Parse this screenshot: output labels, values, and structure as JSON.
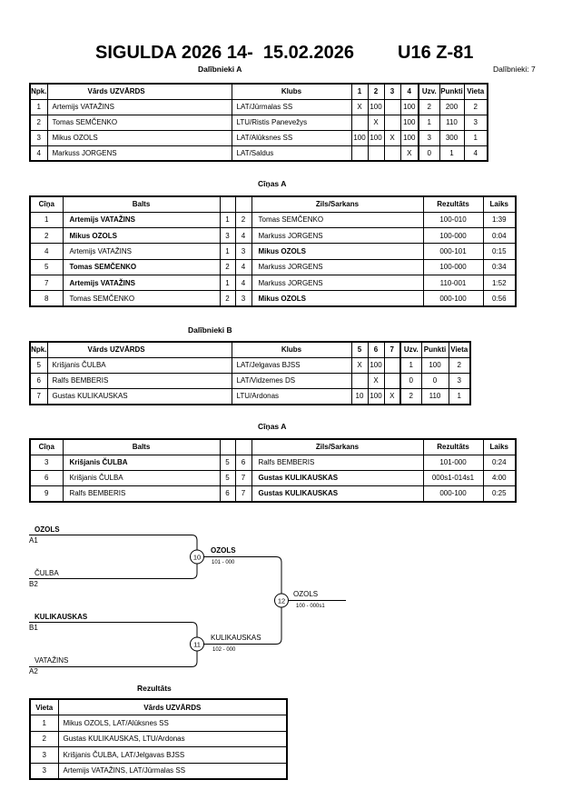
{
  "header": {
    "event": "SIGULDA 2026 14-  15.02.2026",
    "category": "U16 Z-81",
    "participants": "Dalībnieki: 7"
  },
  "pool_a": {
    "title": "Dalībnieki A",
    "columns": {
      "npk": "Npk.",
      "name": "Vārds UZVĀRDS",
      "club": "Klubs",
      "bouts": [
        "1",
        "2",
        "3",
        "4"
      ],
      "wins": "Uzv.",
      "points": "Punkti",
      "place": "Vieta"
    },
    "rows": [
      {
        "npk": "1",
        "name": "Artemijs VATAŽINS",
        "club": "LAT/Jūrmalas SS",
        "scores": [
          "X",
          "100",
          "",
          "100"
        ],
        "wins": "2",
        "points": "200",
        "place": "2"
      },
      {
        "npk": "2",
        "name": "Tomas SEMČENKO",
        "club": "LTU/Ristis Panevežys",
        "scores": [
          "",
          "X",
          "",
          "100"
        ],
        "wins": "1",
        "points": "110",
        "place": "3"
      },
      {
        "npk": "3",
        "name": "Mikus OZOLS",
        "club": "LAT/Alūksnes SS",
        "scores": [
          "100",
          "100",
          "X",
          "100"
        ],
        "wins": "3",
        "points": "300",
        "place": "1"
      },
      {
        "npk": "4",
        "name": "Markuss JORGENS",
        "club": "LAT/Saldus",
        "scores": [
          "",
          "",
          "",
          "X"
        ],
        "wins": "0",
        "points": "1",
        "place": "4"
      }
    ]
  },
  "fights_a": {
    "title": "Cīņas A",
    "columns": {
      "fight": "Cīņa",
      "white": "Balts",
      "blue": "Zils/Sarkans",
      "result": "Rezultāts",
      "time": "Laiks"
    },
    "rows": [
      {
        "fight": "1",
        "white": "Artemijs VATAŽINS",
        "white_no": "1",
        "blue_no": "2",
        "blue": "Tomas SEMČENKO",
        "white_won": true,
        "blue_won": false,
        "result": "100-010",
        "time": "1:39"
      },
      {
        "fight": "2",
        "white": "Mikus OZOLS",
        "white_no": "3",
        "blue_no": "4",
        "blue": "Markuss JORGENS",
        "white_won": true,
        "blue_won": false,
        "result": "100-000",
        "time": "0:04"
      },
      {
        "fight": "4",
        "white": "Artemijs VATAŽINS",
        "white_no": "1",
        "blue_no": "3",
        "blue": "Mikus OZOLS",
        "white_won": false,
        "blue_won": true,
        "result": "000-101",
        "time": "0:15"
      },
      {
        "fight": "5",
        "white": "Tomas SEMČENKO",
        "white_no": "2",
        "blue_no": "4",
        "blue": "Markuss JORGENS",
        "white_won": true,
        "blue_won": false,
        "result": "100-000",
        "time": "0:34"
      },
      {
        "fight": "7",
        "white": "Artemijs VATAŽINS",
        "white_no": "1",
        "blue_no": "4",
        "blue": "Markuss JORGENS",
        "white_won": true,
        "blue_won": false,
        "result": "110-001",
        "time": "1:52"
      },
      {
        "fight": "8",
        "white": "Tomas SEMČENKO",
        "white_no": "2",
        "blue_no": "3",
        "blue": "Mikus OZOLS",
        "white_won": false,
        "blue_won": true,
        "result": "000-100",
        "time": "0:56"
      }
    ]
  },
  "pool_b": {
    "title": "Dalībnieki B",
    "columns": {
      "npk": "Npk.",
      "name": "Vārds UZVĀRDS",
      "club": "Klubs",
      "bouts": [
        "5",
        "6",
        "7"
      ],
      "wins": "Uzv.",
      "points": "Punkti",
      "place": "Vieta"
    },
    "rows": [
      {
        "npk": "5",
        "name": "Krišjanis ČULBA",
        "club": "LAT/Jelgavas BJSS",
        "scores": [
          "X",
          "100",
          ""
        ],
        "wins": "1",
        "points": "100",
        "place": "2"
      },
      {
        "npk": "6",
        "name": "Ralfs BEMBERIS",
        "club": "LAT/Vidzemes DS",
        "scores": [
          "",
          "X",
          ""
        ],
        "wins": "0",
        "points": "0",
        "place": "3"
      },
      {
        "npk": "7",
        "name": "Gustas KULIKAUSKAS",
        "club": "LTU/Ardonas",
        "scores": [
          "10",
          "100",
          "X"
        ],
        "wins": "2",
        "points": "110",
        "place": "1"
      }
    ]
  },
  "fights_b": {
    "title": "Cīņas A",
    "columns": {
      "fight": "Cīņa",
      "white": "Balts",
      "blue": "Zils/Sarkans",
      "result": "Rezultāts",
      "time": "Laiks"
    },
    "rows": [
      {
        "fight": "3",
        "white": "Krišjanis ČULBA",
        "white_no": "5",
        "blue_no": "6",
        "blue": "Ralfs BEMBERIS",
        "white_won": true,
        "blue_won": false,
        "result": "101-000",
        "time": "0:24"
      },
      {
        "fight": "6",
        "white": "Krišjanis ČULBA",
        "white_no": "5",
        "blue_no": "7",
        "blue": "Gustas KULIKAUSKAS",
        "white_won": false,
        "blue_won": true,
        "result": "000s1-014s1",
        "time": "4:00"
      },
      {
        "fight": "9",
        "white": "Ralfs BEMBERIS",
        "white_no": "6",
        "blue_no": "7",
        "blue": "Gustas KULIKAUSKAS",
        "white_won": false,
        "blue_won": true,
        "result": "000-100",
        "time": "0:25"
      }
    ]
  },
  "bracket": {
    "entries": [
      {
        "name": "OZOLS",
        "seed": "A1",
        "bold": true
      },
      {
        "name": "ČULBA",
        "seed": "B2",
        "bold": false
      },
      {
        "name": "KULIKAUSKAS",
        "seed": "B1",
        "bold": true
      },
      {
        "name": "VATAŽINS",
        "seed": "A2",
        "bold": false
      }
    ],
    "matches": [
      {
        "number": "10",
        "winner": "OZOLS",
        "score": "101 - 000",
        "bold": true
      },
      {
        "number": "11",
        "winner": "KULIKAUSKAS",
        "score": "102 - 000",
        "bold": false
      },
      {
        "number": "12",
        "winner": "OZOLS",
        "score": "100 - 000s1",
        "bold": false
      }
    ]
  },
  "results": {
    "title": "Rezultāts",
    "columns": {
      "place": "Vieta",
      "name": "Vārds UZVĀRDS"
    },
    "rows": [
      {
        "place": "1",
        "name": "Mikus OZOLS, LAT/Alūksnes SS"
      },
      {
        "place": "2",
        "name": "Gustas KULIKAUSKAS, LTU/Ardonas"
      },
      {
        "place": "3",
        "name": "Krišjanis ČULBA, LAT/Jelgavas BJSS"
      },
      {
        "place": "3",
        "name": "Artemijs VATAŽINS, LAT/Jūrmalas SS"
      }
    ]
  }
}
